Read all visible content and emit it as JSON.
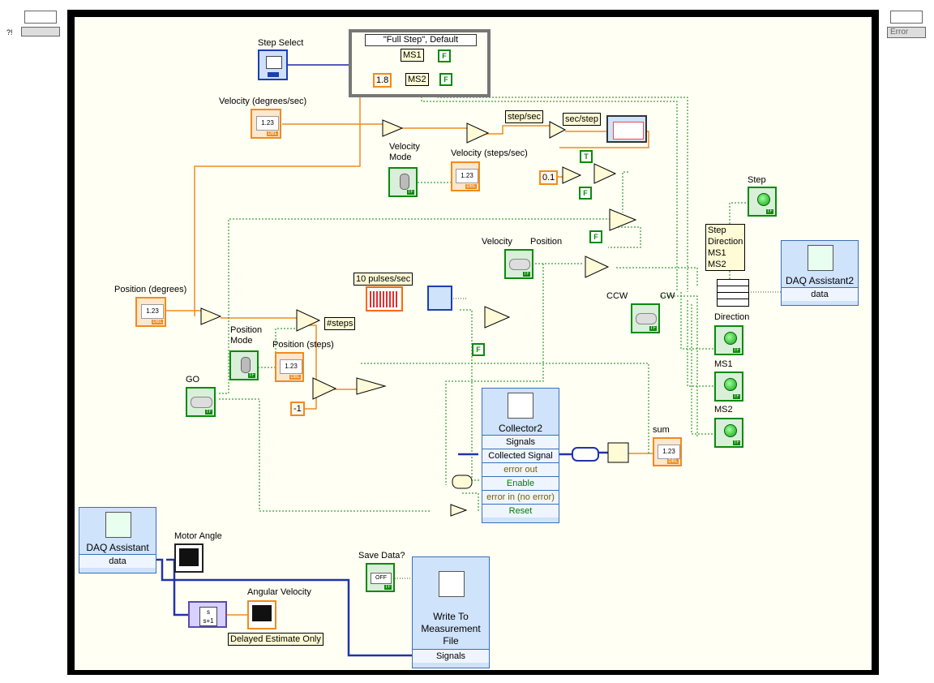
{
  "case_structure": {
    "selector_label": "\"Full Step\", Default",
    "ms1": "MS1",
    "ms2": "MS2",
    "value_1_8": "1.8",
    "true_const": "F",
    "false_const": "F"
  },
  "labels": {
    "step_select": "Step Select",
    "velocity_deg": "Velocity (degrees/sec)",
    "velocity_mode": "Velocity\nMode",
    "velocity_steps": "Velocity (steps/sec)",
    "step_per_sec": "step/sec",
    "sec_per_step": "sec/step",
    "position_deg": "Position (degrees)",
    "position_mode": "Position\nMode",
    "position_steps": "Position (steps)",
    "go": "GO",
    "velocity": "Velocity",
    "position": "Position",
    "pulses": "10 pulses/sec",
    "nsteps": "#steps",
    "step": "Step",
    "direction": "Direction",
    "ms1": "MS1",
    "ms2": "MS2",
    "ccw": "CCW",
    "cw": "CW",
    "sum": "sum",
    "motor_angle": "Motor Angle",
    "angular_velocity": "Angular Velocity",
    "delayed": "Delayed Estimate Only",
    "save_data": "Save Data?",
    "bundle_box": "Step\nDirection\nMS1\nMS2",
    "const_01": "0.1",
    "const_neg1": "-1",
    "const_T": "T",
    "const_F": "F",
    "off": "OFF",
    "num_123": "1.23",
    "dbl": "DBL",
    "tf": "TF"
  },
  "collector": {
    "title": "Collector2",
    "rows": [
      "Signals",
      "Collected Signal",
      "error out",
      "Enable",
      "error in (no error)",
      "Reset"
    ]
  },
  "daq2": {
    "title": "DAQ Assistant2",
    "row": "data"
  },
  "daq1": {
    "title": "DAQ Assistant",
    "row": "data"
  },
  "write_file": {
    "title": "Write To Measurement File",
    "row": "Signals"
  },
  "top_right": {
    "error_label": "Error"
  },
  "top_left": {
    "arrow": "?!"
  }
}
